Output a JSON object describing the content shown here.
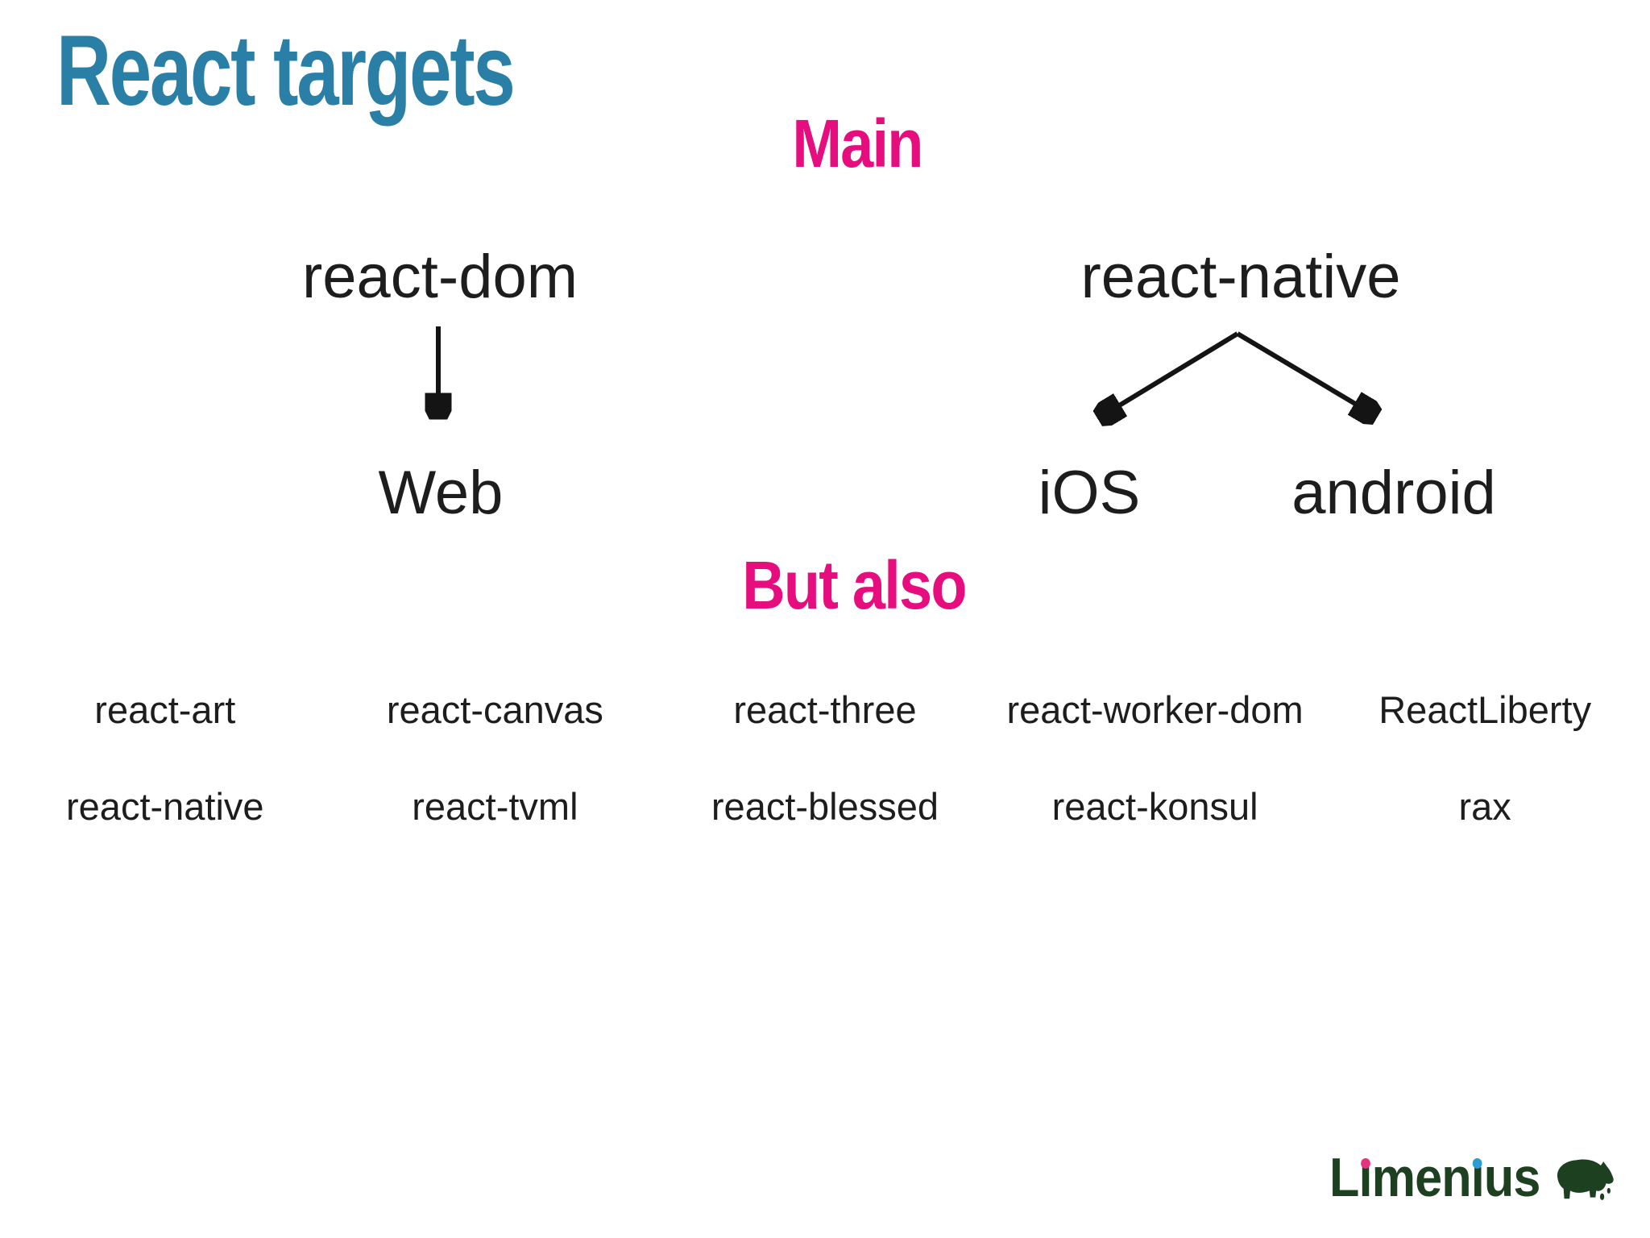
{
  "title": "React targets",
  "sections": {
    "main": {
      "label": "Main",
      "trees": [
        {
          "root": "react-dom",
          "children": [
            "Web"
          ]
        },
        {
          "root": "react-native",
          "children": [
            "iOS",
            "android"
          ]
        }
      ]
    },
    "but_also": {
      "label": "But also",
      "rows": [
        [
          "react-art",
          "react-canvas",
          "react-three",
          "react-worker-dom",
          "ReactLiberty"
        ],
        [
          "react-native",
          "react-tvml",
          "react-blessed",
          "react-konsul",
          "rax"
        ]
      ]
    }
  },
  "logo": {
    "text": "Limenius",
    "parts": [
      "L",
      "ı",
      "men",
      "ı",
      "us"
    ]
  },
  "colors": {
    "title_teal": "#2a7fa6",
    "accent_pink": "#e60d7e",
    "body_text": "#1d1d1d",
    "logo_green": "#1d4020",
    "logo_dot_pink": "#e73180",
    "logo_dot_blue": "#2e9ad2",
    "background": "#ffffff"
  }
}
